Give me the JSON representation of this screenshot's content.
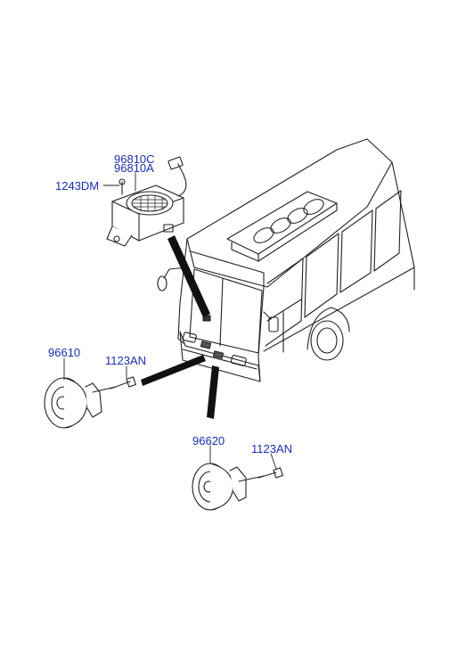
{
  "parts": {
    "p96810c": "96810C",
    "p96810a": "96810A",
    "p1243dm": "1243DM",
    "p96610": "96610",
    "p1123an_left": "1123AN",
    "p96620": "96620",
    "p1123an_right": "1123AN"
  },
  "colors": {
    "label": "#1a2fa8",
    "line": "#222222"
  },
  "icons": {
    "buzzer": "reverse-buzzer-icon",
    "horn_low": "horn-icon",
    "horn_high": "horn-icon",
    "bus": "bus-icon"
  }
}
